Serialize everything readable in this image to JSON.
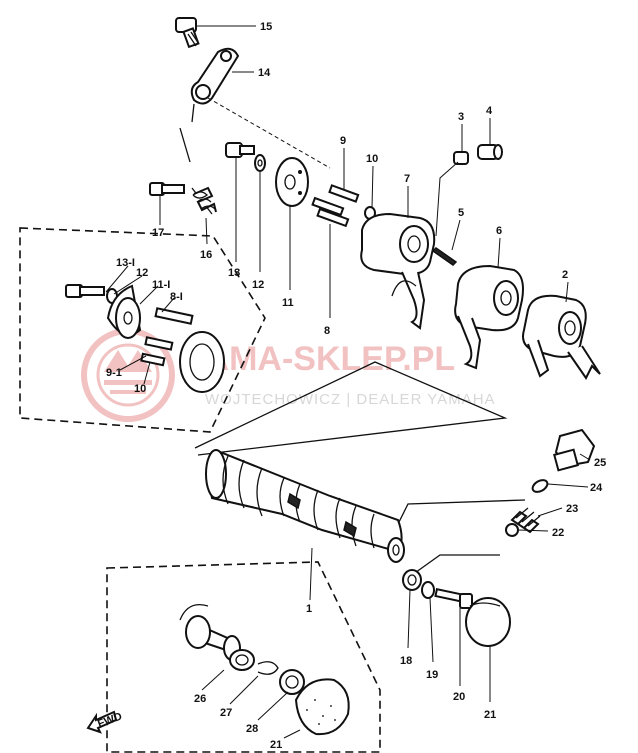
{
  "watermark": {
    "brand": "YAMA-SKLEP.PL",
    "tagline": "WOJTECHOWICZ | DEALER YAMAHA",
    "color": "#f2c2c2"
  },
  "callouts": [
    {
      "id": "c15",
      "text": "15"
    },
    {
      "id": "c14",
      "text": "14"
    },
    {
      "id": "c3",
      "text": "3"
    },
    {
      "id": "c4",
      "text": "4"
    },
    {
      "id": "c9",
      "text": "9"
    },
    {
      "id": "c10",
      "text": "10"
    },
    {
      "id": "c7",
      "text": "7"
    },
    {
      "id": "c5",
      "text": "5"
    },
    {
      "id": "c6",
      "text": "6"
    },
    {
      "id": "c2",
      "text": "2"
    },
    {
      "id": "c17",
      "text": "17"
    },
    {
      "id": "c16",
      "text": "16"
    },
    {
      "id": "c13",
      "text": "13"
    },
    {
      "id": "c12",
      "text": "12"
    },
    {
      "id": "c11",
      "text": "11"
    },
    {
      "id": "c8",
      "text": "8"
    },
    {
      "id": "c13_1",
      "text": "13-I"
    },
    {
      "id": "c12_1",
      "text": "12"
    },
    {
      "id": "c11_1",
      "text": "11-I"
    },
    {
      "id": "c8_1",
      "text": "8-I"
    },
    {
      "id": "c9_1",
      "text": "9-1"
    },
    {
      "id": "c10_1",
      "text": "10"
    },
    {
      "id": "c25",
      "text": "25"
    },
    {
      "id": "c24",
      "text": "24"
    },
    {
      "id": "c23",
      "text": "23"
    },
    {
      "id": "c22",
      "text": "22"
    },
    {
      "id": "c1",
      "text": "1"
    },
    {
      "id": "c18",
      "text": "18"
    },
    {
      "id": "c19",
      "text": "19"
    },
    {
      "id": "c20",
      "text": "20"
    },
    {
      "id": "c21",
      "text": "21"
    },
    {
      "id": "c26",
      "text": "26"
    },
    {
      "id": "c27",
      "text": "27"
    },
    {
      "id": "c28",
      "text": "28"
    },
    {
      "id": "c21b",
      "text": "21"
    },
    {
      "id": "fwd",
      "text": "FWD"
    }
  ]
}
